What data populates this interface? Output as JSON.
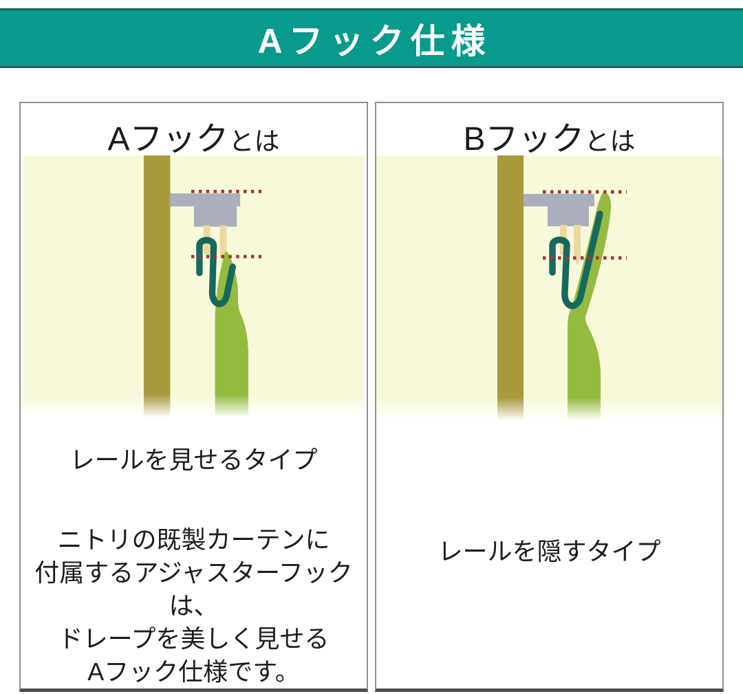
{
  "header": {
    "title": "Aフック仕様"
  },
  "colors": {
    "header_bg": "#079a8d",
    "header_edge": "#26605a",
    "illust_bg": "#f7f9da",
    "pole": "#a89b3e",
    "rail": "#abaebb",
    "runner": "#ecd9a0",
    "hook": "#17695d",
    "curtain": "#95ba40",
    "guide": "#a83434",
    "panel_border": "#8f8f8f"
  },
  "panels": [
    {
      "title_main": "Aフック",
      "title_suffix": "とは",
      "caption_heading": "レールを見せるタイプ",
      "caption_body": "ニトリの既製カーテンに\n付属するアジャスターフックは、\nドレープを美しく見せる\nAフック仕様です。"
    },
    {
      "title_main": "Bフック",
      "title_suffix": "とは",
      "caption_heading": "レールを隠すタイプ",
      "caption_body": ""
    }
  ]
}
